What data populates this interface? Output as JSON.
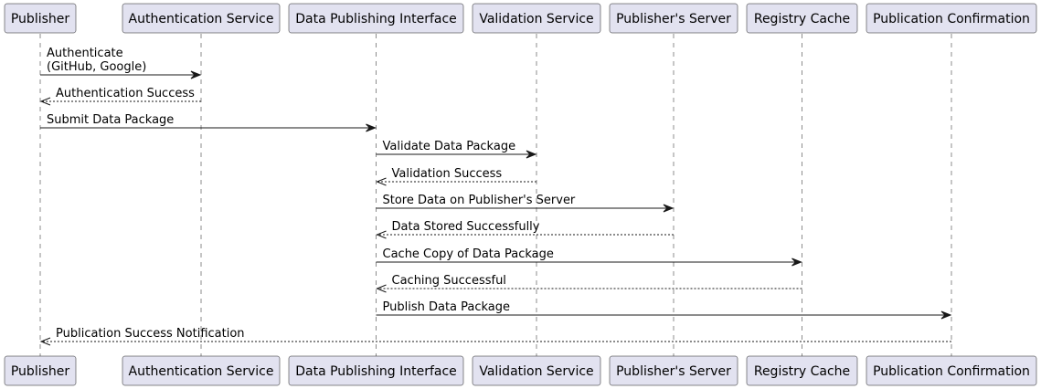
{
  "participants": [
    {
      "id": "publisher",
      "label": "Publisher"
    },
    {
      "id": "auth",
      "label": "Authentication Service"
    },
    {
      "id": "dpi",
      "label": "Data Publishing Interface"
    },
    {
      "id": "validation",
      "label": "Validation Service"
    },
    {
      "id": "server",
      "label": "Publisher's Server"
    },
    {
      "id": "cache",
      "label": "Registry Cache"
    },
    {
      "id": "confirm",
      "label": "Publication Confirmation"
    }
  ],
  "messages": [
    {
      "from": "publisher",
      "to": "auth",
      "style": "solid",
      "lines": [
        "Authenticate",
        "(GitHub, Google)"
      ]
    },
    {
      "from": "auth",
      "to": "publisher",
      "style": "dashed",
      "lines": [
        "Authentication Success"
      ]
    },
    {
      "from": "publisher",
      "to": "dpi",
      "style": "solid",
      "lines": [
        "Submit Data Package"
      ]
    },
    {
      "from": "dpi",
      "to": "validation",
      "style": "solid",
      "lines": [
        "Validate Data Package"
      ]
    },
    {
      "from": "validation",
      "to": "dpi",
      "style": "dashed",
      "lines": [
        "Validation Success"
      ]
    },
    {
      "from": "dpi",
      "to": "server",
      "style": "solid",
      "lines": [
        "Store Data on Publisher's Server"
      ]
    },
    {
      "from": "server",
      "to": "dpi",
      "style": "dashed",
      "lines": [
        "Data Stored Successfully"
      ]
    },
    {
      "from": "dpi",
      "to": "cache",
      "style": "solid",
      "lines": [
        "Cache Copy of Data Package"
      ]
    },
    {
      "from": "cache",
      "to": "dpi",
      "style": "dashed",
      "lines": [
        "Caching Successful"
      ]
    },
    {
      "from": "dpi",
      "to": "confirm",
      "style": "solid",
      "lines": [
        "Publish Data Package"
      ]
    },
    {
      "from": "confirm",
      "to": "publisher",
      "style": "dashed",
      "lines": [
        "Publication Success Notification"
      ]
    }
  ]
}
